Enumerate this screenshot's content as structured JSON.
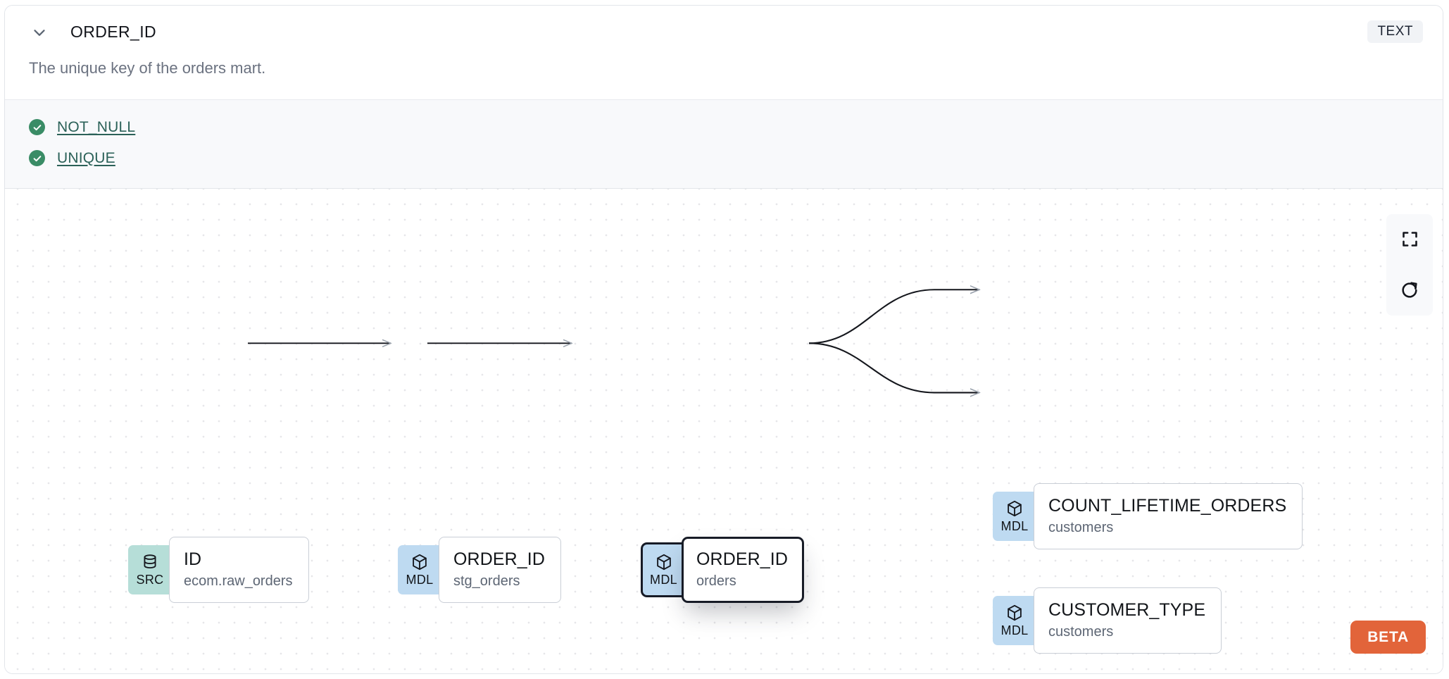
{
  "header": {
    "chevron_icon": "chevron-down-icon",
    "column_name": "ORDER_ID",
    "type_badge": "TEXT"
  },
  "description": "The unique key of the orders mart.",
  "tests": {
    "items": [
      {
        "status_icon": "check-circle-icon",
        "label": "NOT_NULL",
        "status": "pass"
      },
      {
        "status_icon": "check-circle-icon",
        "label": "UNIQUE",
        "status": "pass"
      }
    ]
  },
  "lineage": {
    "nodes": [
      {
        "id": "src-id",
        "badge": "SRC",
        "badge_icon": "database-icon",
        "name": "ID",
        "subtitle": "ecom.raw_orders",
        "focused": false
      },
      {
        "id": "mdl-stg-orders",
        "badge": "MDL",
        "badge_icon": "cube-icon",
        "name": "ORDER_ID",
        "subtitle": "stg_orders",
        "focused": false
      },
      {
        "id": "mdl-orders",
        "badge": "MDL",
        "badge_icon": "cube-icon",
        "name": "ORDER_ID",
        "subtitle": "orders",
        "focused": true
      },
      {
        "id": "mdl-count-lifetime-orders",
        "badge": "MDL",
        "badge_icon": "cube-icon",
        "name": "COUNT_LIFETIME_ORDERS",
        "subtitle": "customers",
        "focused": false
      },
      {
        "id": "mdl-customer-type",
        "badge": "MDL",
        "badge_icon": "cube-icon",
        "name": "CUSTOMER_TYPE",
        "subtitle": "customers",
        "focused": false
      }
    ],
    "edges": [
      {
        "from": "src-id",
        "to": "mdl-stg-orders"
      },
      {
        "from": "mdl-stg-orders",
        "to": "mdl-orders"
      },
      {
        "from": "mdl-orders",
        "to": "mdl-count-lifetime-orders"
      },
      {
        "from": "mdl-orders",
        "to": "mdl-customer-type"
      }
    ],
    "controls": [
      {
        "icon": "fit-view-icon",
        "label": "Fit view"
      },
      {
        "icon": "refresh-icon",
        "label": "Refresh"
      }
    ],
    "beta_label": "BETA"
  },
  "colors": {
    "src_badge": "#b6ded8",
    "mdl_badge": "#bedaf1",
    "beta": "#e2643a",
    "test_pass": "#3a8c66",
    "test_link": "#2b6158"
  }
}
